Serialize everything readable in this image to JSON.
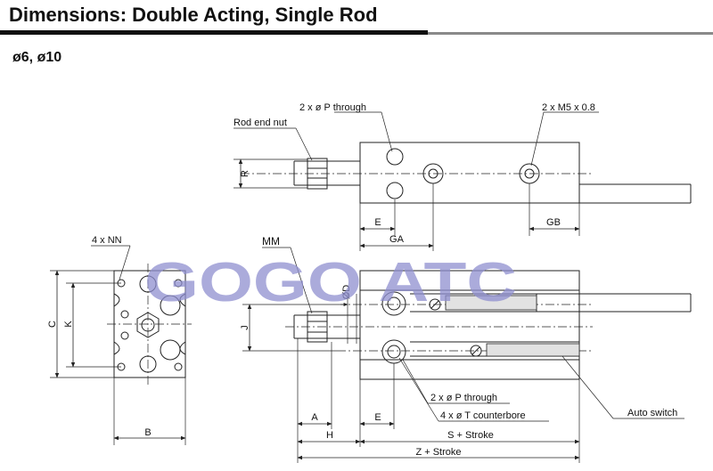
{
  "header": {
    "title": "Dimensions: Double Acting, Single Rod",
    "subtitle": "ø6, ø10"
  },
  "watermark": "GOGO ATC",
  "top_view": {
    "label_p_through": "2 x ø P through",
    "label_m5": "2 x M5 x 0.8",
    "label_rod_end_nut": "Rod end nut",
    "dim_r": "R",
    "dim_e": "E",
    "dim_ga": "GA",
    "dim_gb": "GB"
  },
  "end_view": {
    "label_nn": "4 x NN",
    "dim_c": "C",
    "dim_k": "K",
    "dim_b": "B"
  },
  "side_view": {
    "label_mm": "MM",
    "dim_d": "ØD",
    "dim_j": "J",
    "label_p_through": "2 x ø P through",
    "label_t_counterbore": "4 x ø T counterbore",
    "label_auto_switch": "Auto switch",
    "dim_a": "A",
    "dim_e": "E",
    "dim_h": "H",
    "dim_s": "S + Stroke",
    "dim_z": "Z + Stroke"
  },
  "colors": {
    "line": "#222222",
    "watermark": "#8f8fd0",
    "switch_fill": "#e2e2e2"
  }
}
